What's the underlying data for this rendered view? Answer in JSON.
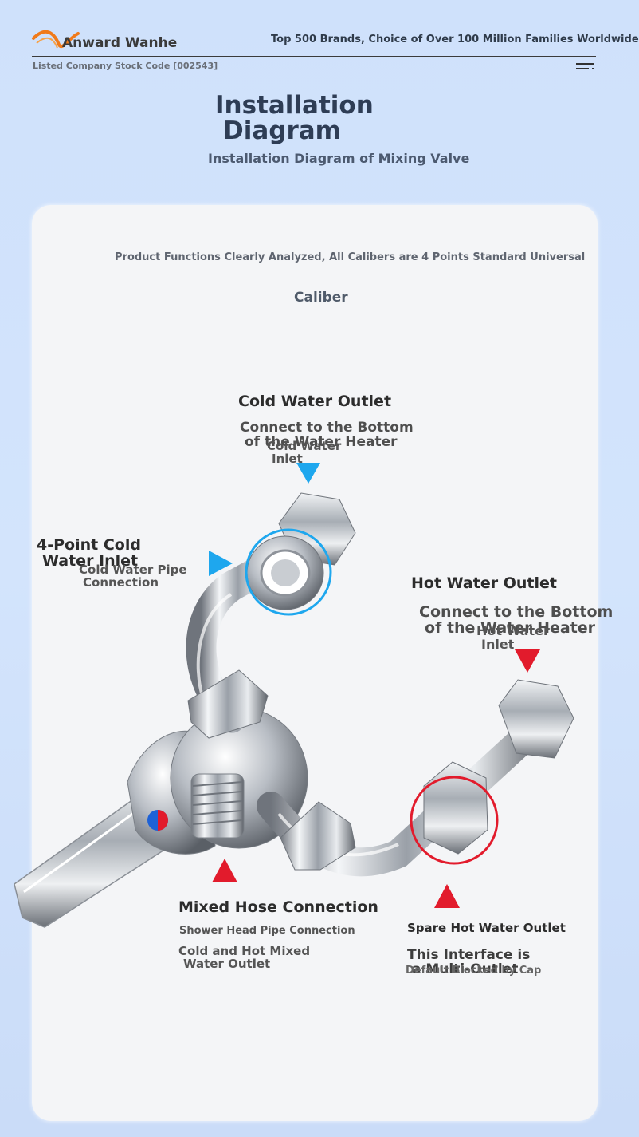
{
  "header": {
    "brand": "Anward Wanhe",
    "tagline": "Top 500 Brands, Choice of Over 100 Million Families Worldwide",
    "stock_code": "Listed Company Stock Code [002543]",
    "title_line1": "Installation",
    "title_line2": "Diagram",
    "subtitle": "Installation Diagram of Mixing Valve"
  },
  "intro": {
    "line1": "Product Functions Clearly Analyzed, All Calibers are 4 Points Standard Universal",
    "line2": "Caliber"
  },
  "labels": {
    "cold_outlet": {
      "title": "Cold Water Outlet",
      "desc_line1": "Connect to the Bottom",
      "desc_line2": "of the Water Heater",
      "sub_line1": "Cold Water",
      "sub_line2": "Inlet"
    },
    "cold_inlet": {
      "title_line1": "4-Point Cold",
      "title_line2": "Water Inlet",
      "desc_line1": "Cold Water Pipe",
      "desc_line2": "Connection"
    },
    "hot_outlet": {
      "title": "Hot Water Outlet",
      "desc_line1": "Connect to the Bottom",
      "desc_line2": "of the Water Heater",
      "sub_line1": "Hot Water",
      "sub_line2": "Inlet"
    },
    "mixed_hose": {
      "title": "Mixed Hose Connection",
      "desc": "Shower Head Pipe Connection",
      "sub_line1": "Cold and Hot Mixed",
      "sub_line2": "Water Outlet"
    },
    "spare_hot": {
      "title": "Spare Hot Water Outlet",
      "desc_line1": "This Interface is",
      "desc_line2": "a Multi-Outlet",
      "sub": "Default Blocked by Cap"
    }
  },
  "colors": {
    "cold_accent": "#1ea7ee",
    "hot_accent": "#e21b2c",
    "brand_orange": "#f07a1a",
    "title_navy": "#2e3d55"
  },
  "icons": [
    "brand-swoosh-icon",
    "menu-icon",
    "arrow-down-icon",
    "arrow-right-icon",
    "arrow-up-icon"
  ]
}
